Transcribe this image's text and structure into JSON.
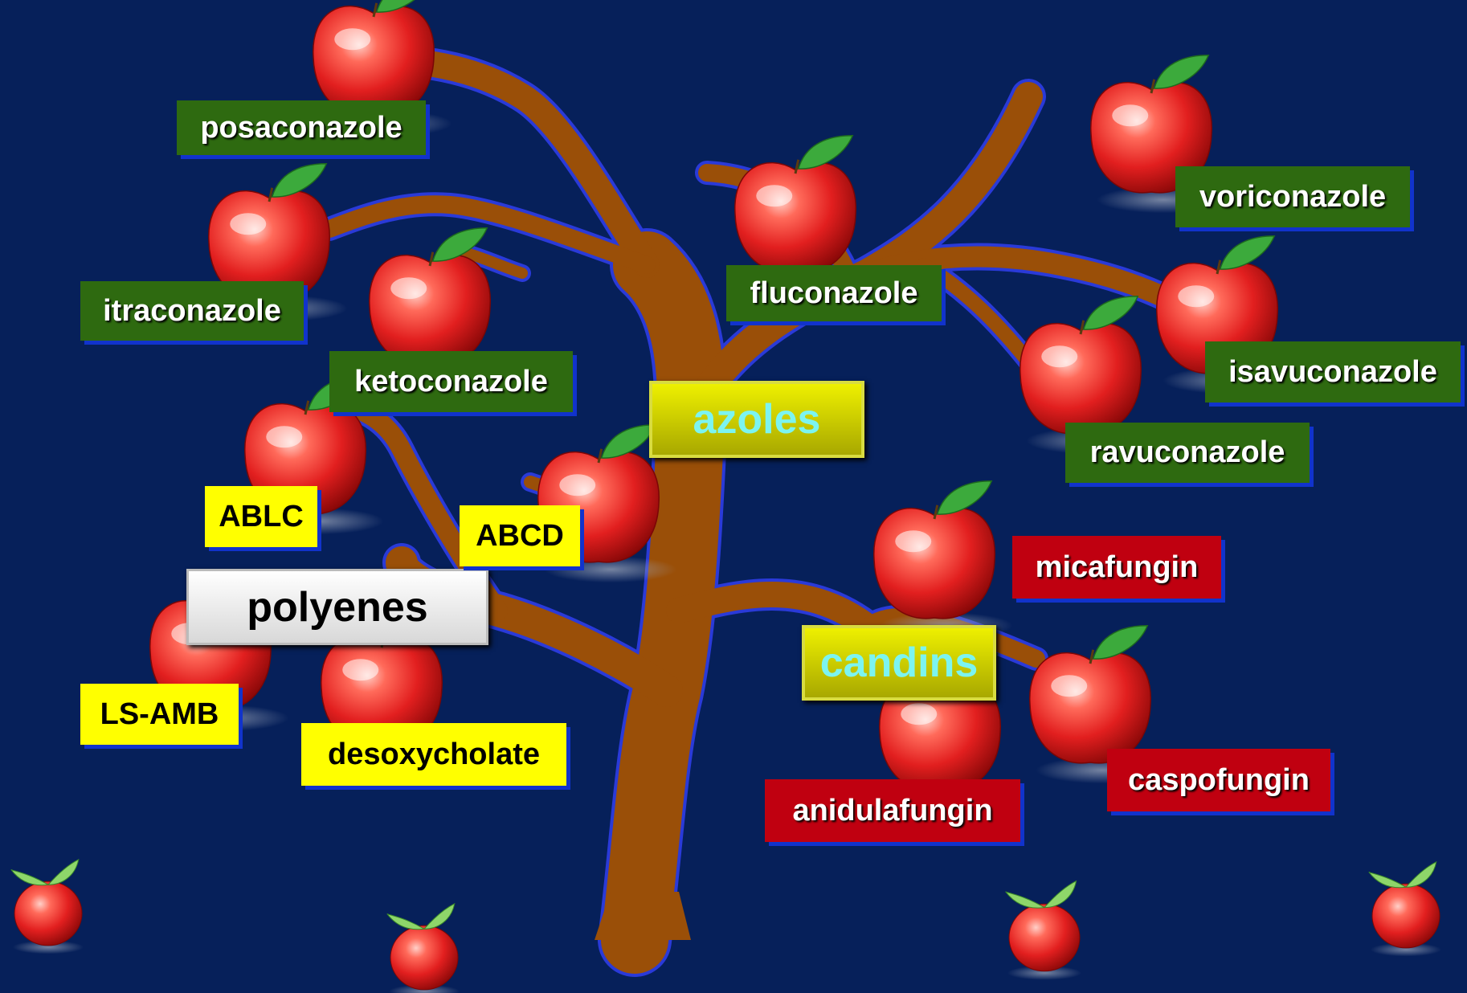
{
  "colors": {
    "background": "#06205a",
    "trunk": "#9a4f08",
    "apple": "#e02020",
    "leaf": "#3caa3c",
    "azole_label": "#2e6a10",
    "polyene_sub_label": "#ffff00",
    "candin_label": "#c00010",
    "group_label": "#d8dc18",
    "group_text": "#7cf4f0"
  },
  "groups": {
    "azoles": "azoles",
    "polyenes": "polyenes",
    "candins": "candins"
  },
  "azoles": [
    "posaconazole",
    "itraconazole",
    "ketoconazole",
    "fluconazole",
    "voriconazole",
    "isavuconazole",
    "ravuconazole"
  ],
  "polyenes": [
    "ABLC",
    "ABCD",
    "LS-AMB",
    "desoxycholate"
  ],
  "candins": [
    "micafungin",
    "caspofungin",
    "anidulafungin"
  ],
  "icons": [
    "apple-icon",
    "leaf-icon",
    "fallen-apple-icon"
  ]
}
